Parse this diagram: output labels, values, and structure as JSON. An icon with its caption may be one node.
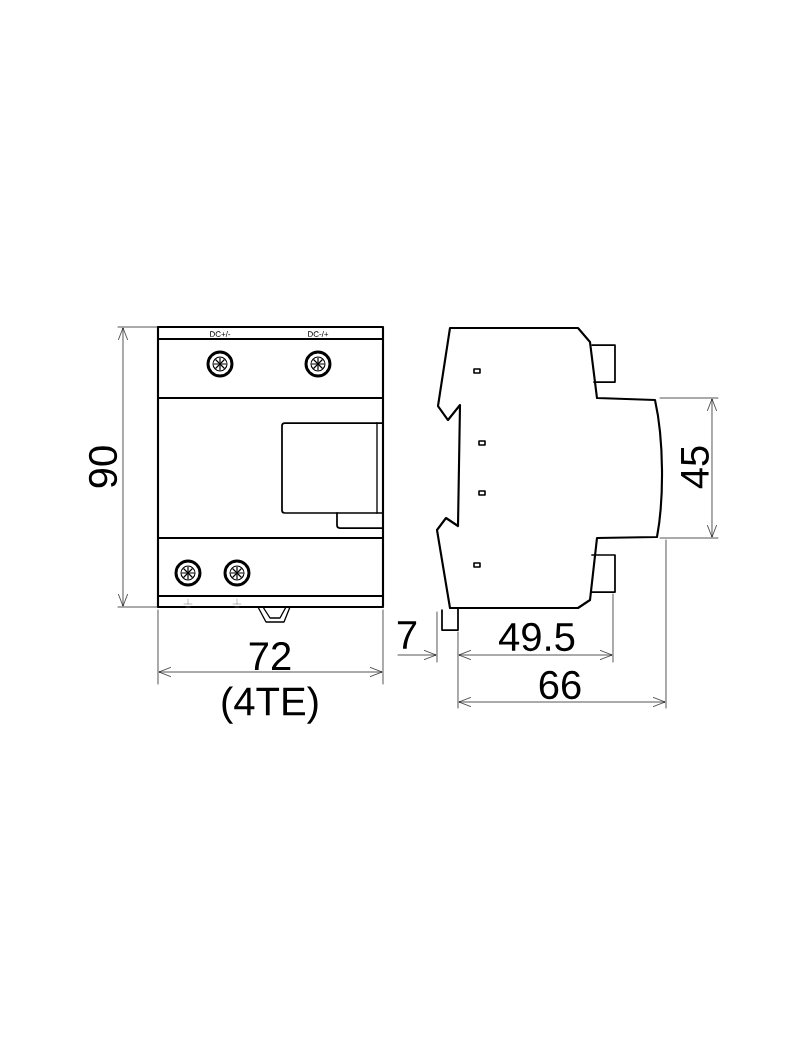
{
  "diagram": {
    "labels": [
      "DC+/-",
      "DC-/+",
      "90",
      "45",
      "7",
      "49.5",
      "72",
      "66",
      "(4TE)"
    ]
  }
}
